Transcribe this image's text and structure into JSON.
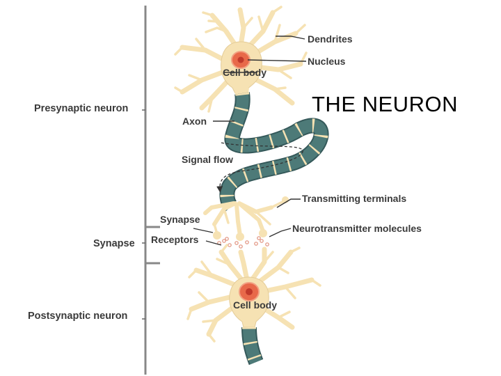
{
  "slide": {
    "title": "THE NEURON"
  },
  "diagram": {
    "groups": {
      "presynaptic": "Presynaptic neuron",
      "synapse": "Synapse",
      "postsynaptic": "Postsynaptic neuron"
    },
    "labels": {
      "dendrites": "Dendrites",
      "nucleus": "Nucleus",
      "cell_body_top": "Cell body",
      "axon": "Axon",
      "signal_flow": "Signal flow",
      "transmitting_terminals": "Transmitting terminals",
      "synapse_point": "Synapse",
      "neurotransmitter": "Neurotransmitter molecules",
      "receptors": "Receptors",
      "cell_body_bottom": "Cell body"
    },
    "colors": {
      "cell": "#f6e2b3",
      "cell_outline": "#d9bf86",
      "nucleus": "#e8694a",
      "nucleolus": "#c0392b",
      "myelin": "#4d7a78",
      "myelin_dark": "#35595a",
      "bracket": "#888888",
      "label": "#3a3a3a"
    }
  }
}
